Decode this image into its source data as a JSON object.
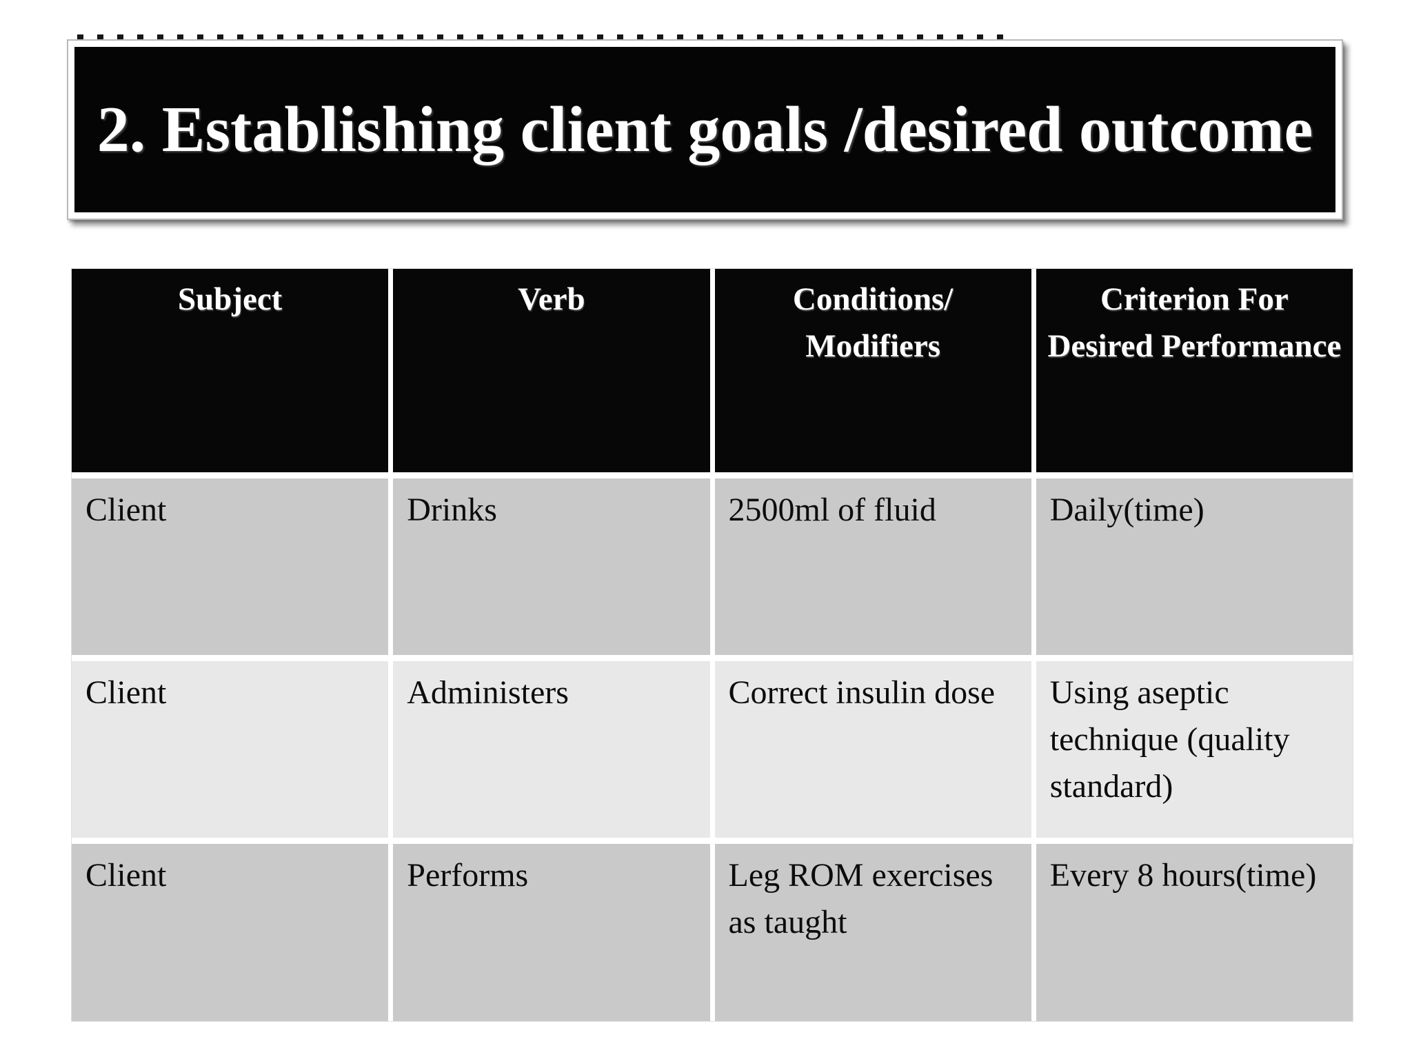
{
  "slide": {
    "title": "2. Establishing client goals /desired outcome",
    "colors": {
      "title_bg": "#050505",
      "title_text": "#ffffff",
      "header_bg": "#070707",
      "header_text": "#ffffff",
      "row_gray": "#c9c9c9",
      "row_light_gray": "#e8e8e8",
      "slide_bg": "#ffffff"
    }
  },
  "table": {
    "headers": [
      "Subject",
      "Verb",
      "Conditions/ Modifiers",
      "Criterion For Desired Performance"
    ],
    "rows": [
      {
        "cells": [
          "Client",
          "Drinks",
          "2500ml of fluid",
          "Daily(time)"
        ]
      },
      {
        "cells": [
          "Client",
          "Administers",
          "Correct insulin dose",
          "Using aseptic technique (quality standard)"
        ]
      },
      {
        "cells": [
          "Client",
          "Performs",
          "Leg ROM exercises as taught",
          "Every 8 hours(time)"
        ]
      }
    ]
  }
}
